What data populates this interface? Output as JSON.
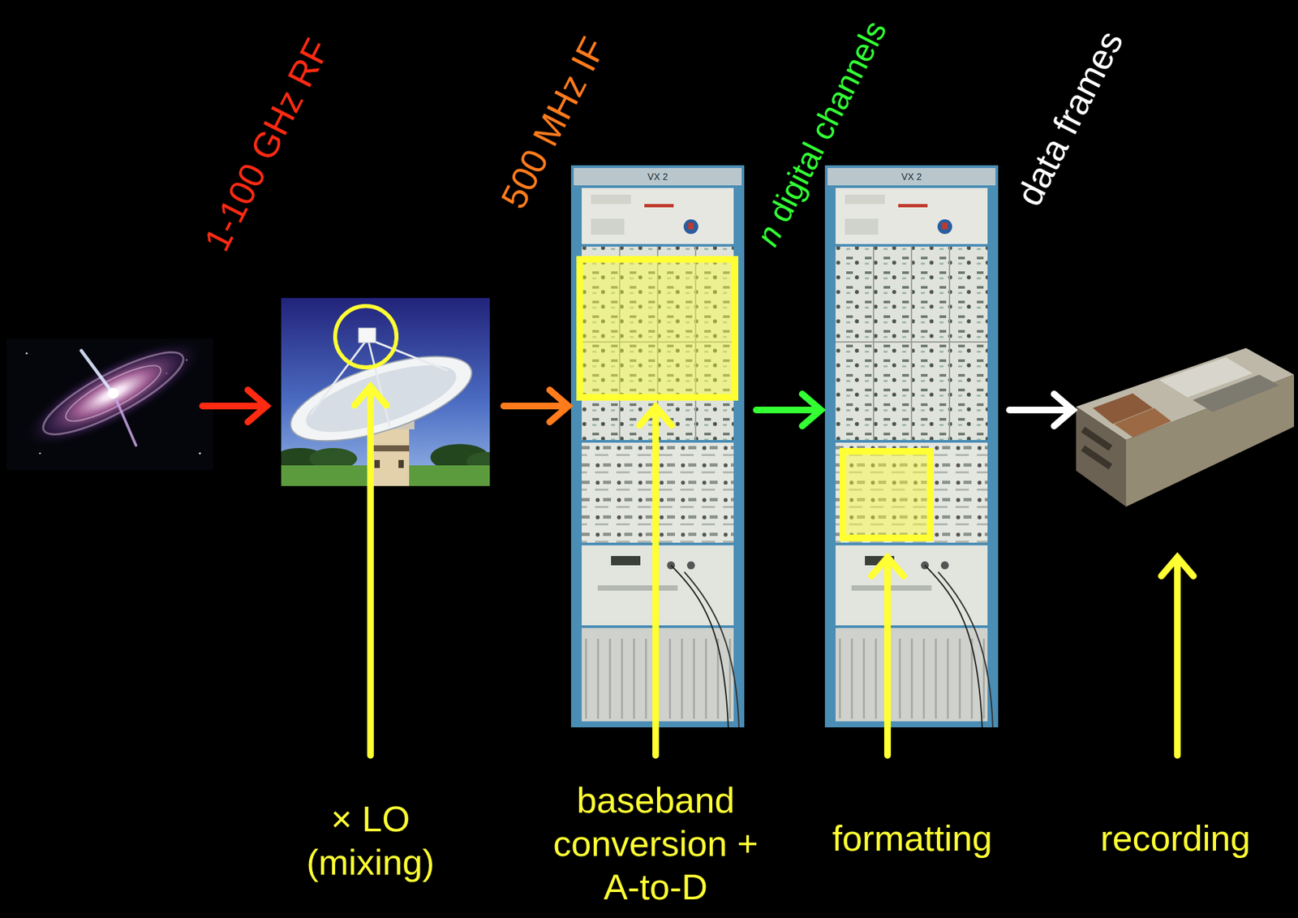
{
  "diagram": {
    "labels": [
      "1-100 GHz RF",
      "500 MHz IF",
      "VX 2",
      "n digital channels",
      "VX 2",
      "data frames",
      "× LO (mixing)",
      "baseband conversion + A-to-D",
      "formatting",
      "recording"
    ]
  }
}
